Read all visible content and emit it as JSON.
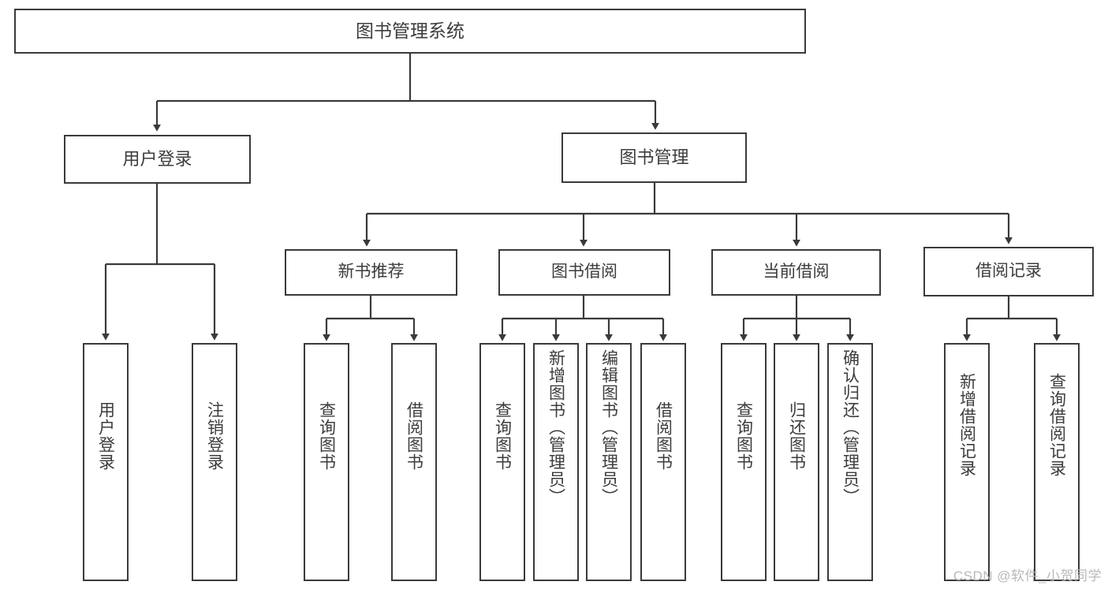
{
  "diagram": {
    "title": "图书管理系统",
    "type": "tree",
    "orientation": "top-down",
    "colors": {
      "background": "#ffffff",
      "node_border": "#3a3a3a",
      "node_fill": "#ffffff",
      "node_text": "#3c3c3c",
      "edge": "#3a3a3a",
      "watermark": "#b9b9b9"
    },
    "root": {
      "id": "root",
      "label": "图书管理系统",
      "level": 0
    },
    "level1": [
      {
        "id": "user-login",
        "label": "用户登录",
        "level": 1
      },
      {
        "id": "book-manage",
        "label": "图书管理",
        "level": 1
      }
    ],
    "level2": [
      {
        "id": "new-book-rec",
        "label": "新书推荐",
        "level": 2,
        "parent": "book-manage"
      },
      {
        "id": "book-borrow",
        "label": "图书借阅",
        "level": 2,
        "parent": "book-manage"
      },
      {
        "id": "current-borrow",
        "label": "当前借阅",
        "level": 2,
        "parent": "book-manage"
      },
      {
        "id": "borrow-record",
        "label": "借阅记录",
        "level": 2,
        "parent": "book-manage"
      }
    ],
    "leaves": [
      {
        "id": "leaf-user-login",
        "label": "用户登录",
        "parent": "user-login"
      },
      {
        "id": "leaf-logout",
        "label": "注销登录",
        "parent": "user-login"
      },
      {
        "id": "leaf-query-book-rec",
        "label": "查询图书",
        "parent": "new-book-rec"
      },
      {
        "id": "leaf-borrow-book-rec",
        "label": "借阅图书",
        "parent": "new-book-rec"
      },
      {
        "id": "leaf-query-book-borrow",
        "label": "查询图书",
        "parent": "book-borrow"
      },
      {
        "id": "leaf-add-book",
        "label": "新增图书（管理员）",
        "parent": "book-borrow"
      },
      {
        "id": "leaf-edit-book",
        "label": "编辑图书（管理员）",
        "parent": "book-borrow"
      },
      {
        "id": "leaf-borrow-book",
        "label": "借阅图书",
        "parent": "book-borrow"
      },
      {
        "id": "leaf-query-book-cur",
        "label": "查询图书",
        "parent": "current-borrow"
      },
      {
        "id": "leaf-return-book",
        "label": "归还图书",
        "parent": "current-borrow"
      },
      {
        "id": "leaf-confirm-return",
        "label": "确认归还（管理员）",
        "parent": "current-borrow"
      },
      {
        "id": "leaf-add-record",
        "label": "新增借阅记录",
        "parent": "borrow-record"
      },
      {
        "id": "leaf-query-record",
        "label": "查询借阅记录",
        "parent": "borrow-record"
      }
    ],
    "watermark": "CSDN @软件_小贺同学"
  }
}
